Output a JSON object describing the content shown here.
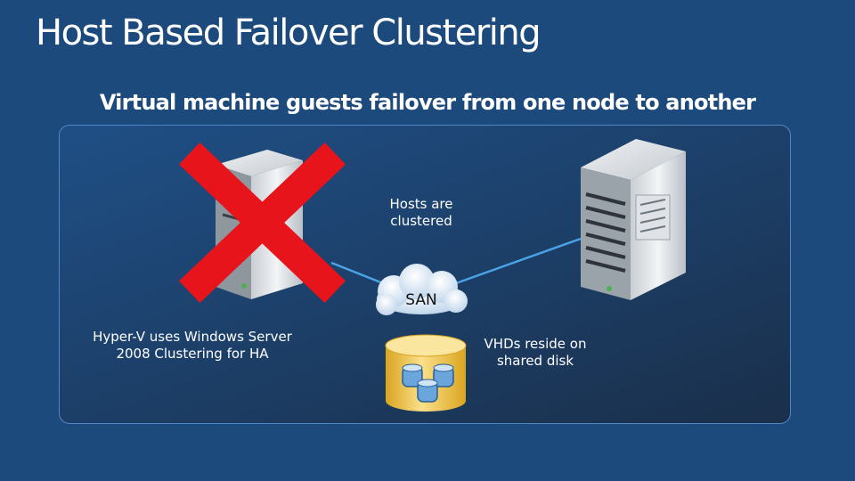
{
  "slide": {
    "title": "Host Based Failover Clustering",
    "subtitle": "Virtual machine guests failover from one node to another"
  },
  "diagram": {
    "hosts_label": [
      "Hosts are",
      "clustered"
    ],
    "san_label": "SAN",
    "hyperv_label": [
      "Hyper-V uses Windows Server",
      "2008 Clustering for HA"
    ],
    "vhd_label": [
      "VHDs reside on",
      "shared disk"
    ]
  },
  "colors": {
    "background": "#1d4a7d",
    "failed_mark": "#e8141b",
    "connection": "#4aa3e6",
    "panel_border": "#4f87c6",
    "disk": "#f0c040"
  },
  "icons": {
    "failed_server": "server-tower-icon",
    "failure_mark": "red-x-icon",
    "active_server": "server-tower-icon",
    "network": "cloud-icon",
    "storage": "database-cylinder-icon"
  }
}
